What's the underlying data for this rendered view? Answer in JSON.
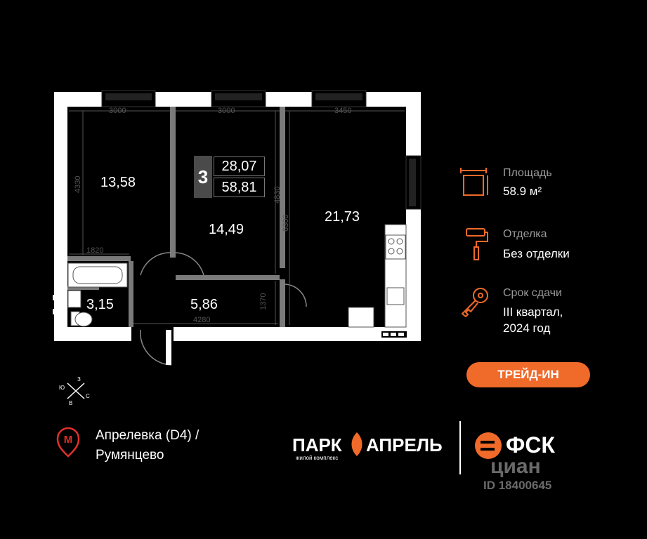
{
  "plan": {
    "rooms": [
      "13,58",
      "14,49",
      "21,73",
      "3,15",
      "5,86"
    ],
    "dims_h": [
      "3000",
      "3000",
      "3450",
      "1820",
      "4280"
    ],
    "dims_v": [
      "4330",
      "4830",
      "6300",
      "1370"
    ]
  },
  "badge": {
    "rooms_count": "3",
    "living_area": "28,07",
    "total_area": "58,81"
  },
  "info": {
    "area_label": "Площадь",
    "area_value": "58.9 м²",
    "finish_label": "Отделка",
    "finish_value": "Без отделки",
    "deadline_label": "Срок сдачи",
    "deadline_line1": "III квартал,",
    "deadline_line2": "2024 год"
  },
  "trade_in_label": "ТРЕЙД-ИН",
  "compass": {
    "n": "З",
    "s": "В",
    "e": "С",
    "w": "Ю"
  },
  "metro": {
    "line1": "Апрелевка (D4)  /",
    "line2": "Румянцево"
  },
  "brand": {
    "park_left": "ПАРК",
    "park_right": "АПРЕЛЬ",
    "park_sub": "жилой комплекс",
    "fsk": "ФСК",
    "cian": "циан",
    "cian_id": "ID 18400645"
  },
  "colors": {
    "accent": "#f06a2a",
    "background": "#000000",
    "walls": "#ffffff"
  }
}
